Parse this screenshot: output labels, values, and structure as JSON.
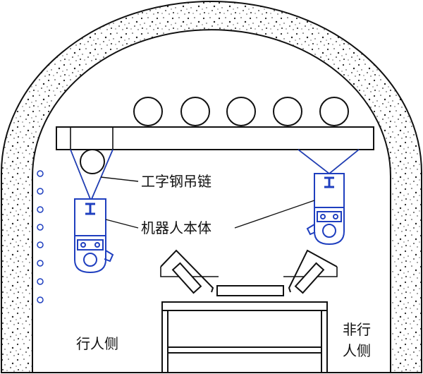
{
  "colors": {
    "outline": "#111111",
    "robot": "#1f3fbf",
    "background": "#ffffff"
  },
  "labels": {
    "chain": "工字钢吊链",
    "robot_body": "机器人本体",
    "walkway_side": "行人侧",
    "non_walkway_side_line1": "非行",
    "non_walkway_side_line2": "人侧"
  }
}
